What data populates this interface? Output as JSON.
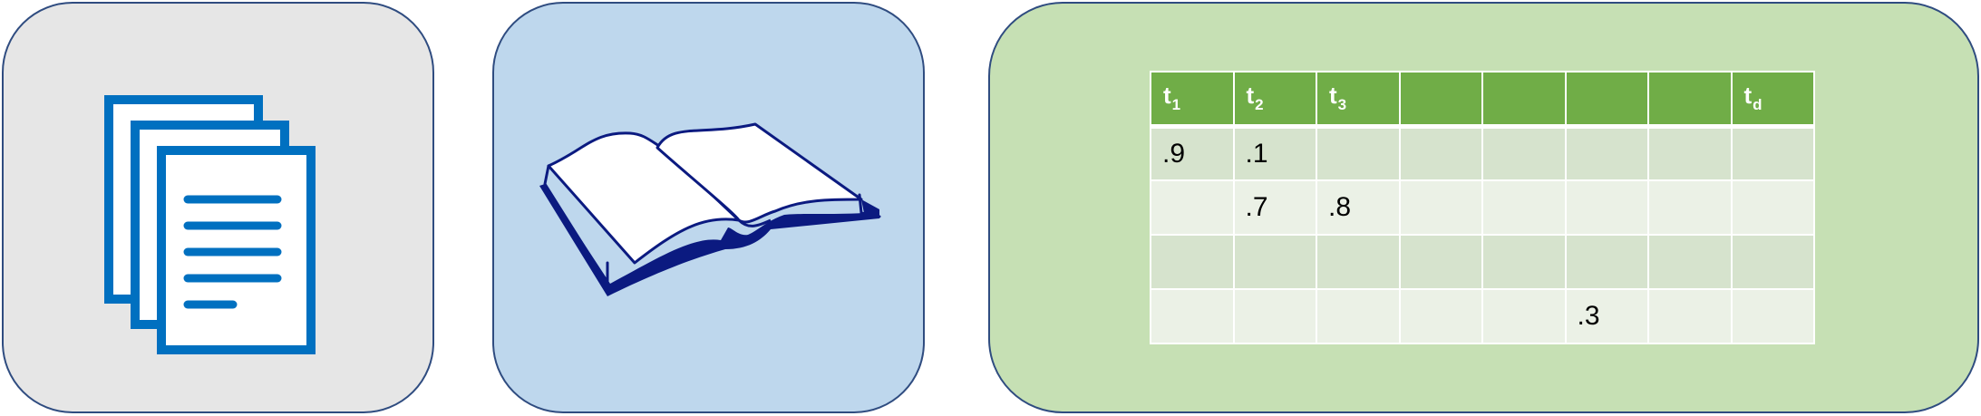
{
  "colors": {
    "docs_panel": "#e6e6e6",
    "book_panel": "#bed7ed",
    "matrix_panel": "#c6e0b4",
    "panel_border": "#2f4c80",
    "docs_icon": "#0070c0",
    "book_icon": "#0b1a80",
    "header_fill": "#70ad47",
    "row_odd": "#d6e3cd",
    "row_even": "#ebf1e6"
  },
  "icons": {
    "documents": "documents-stack-icon",
    "book": "open-book-icon"
  },
  "matrix": {
    "headers": [
      {
        "base": "t",
        "sub": "1"
      },
      {
        "base": "t",
        "sub": "2"
      },
      {
        "base": "t",
        "sub": "3"
      },
      {
        "base": "",
        "sub": ""
      },
      {
        "base": "",
        "sub": ""
      },
      {
        "base": "",
        "sub": ""
      },
      {
        "base": "",
        "sub": ""
      },
      {
        "base": "t",
        "sub": "d"
      }
    ],
    "rows": [
      [
        ".9",
        ".1",
        "",
        "",
        "",
        "",
        "",
        ""
      ],
      [
        "",
        ".7",
        ".8",
        "",
        "",
        "",
        "",
        ""
      ],
      [
        "",
        "",
        "",
        "",
        "",
        "",
        "",
        ""
      ],
      [
        "",
        "",
        "",
        "",
        "",
        ".3",
        "",
        ""
      ]
    ]
  }
}
